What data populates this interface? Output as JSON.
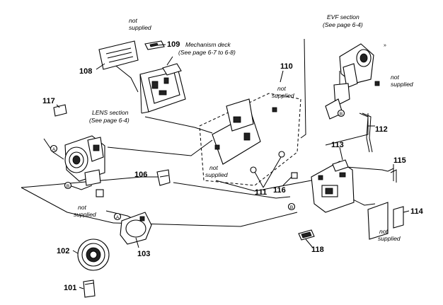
{
  "part_numbers": {
    "p101": "101",
    "p102": "102",
    "p103": "103",
    "p106": "106",
    "p108": "108",
    "p109": "109",
    "p110": "110",
    "p111": "111",
    "p112": "112",
    "p113": "113",
    "p114": "114",
    "p115": "115",
    "p116": "116",
    "p117": "117",
    "p118": "118"
  },
  "sections": {
    "mechanism_title": "Mechanism deck",
    "mechanism_ref": "(See page 6-7 to 6-8)",
    "evf_title": "EVF section",
    "evf_ref": "(See page 6-4)",
    "lens_title": "LENS section",
    "lens_ref": "(See page 6-4)"
  },
  "notes": {
    "not": "not",
    "supplied": "supplied"
  },
  "markers": {
    "a": "A",
    "b": "B"
  }
}
